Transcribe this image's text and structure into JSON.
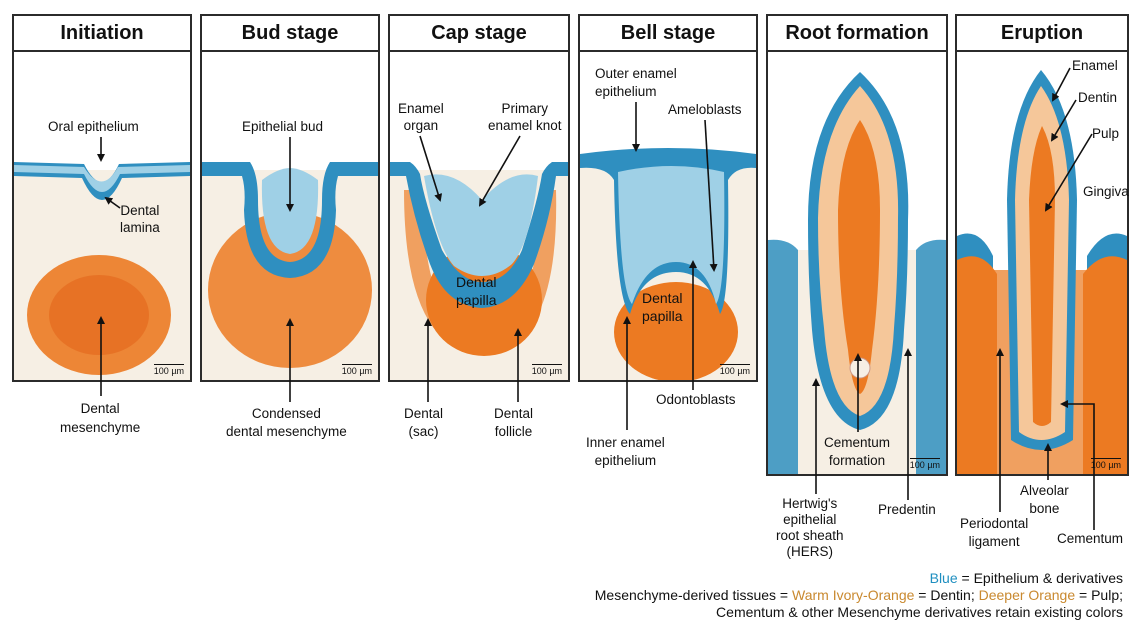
{
  "panels": [
    {
      "title": "Initiation",
      "scale": "100 µm"
    },
    {
      "title": "Bud stage",
      "scale": "100 µm"
    },
    {
      "title": "Cap stage",
      "scale": "100 µm"
    },
    {
      "title": "Bell stage",
      "scale": "100 µm"
    },
    {
      "title": "Root formation",
      "scale": "100 µm"
    },
    {
      "title": "Eruption",
      "scale": "100 µm"
    }
  ],
  "labels": {
    "oral_epithelium": "Oral epithelium",
    "dental_lamina_1": "Dental",
    "dental_lamina_2": "lamina",
    "dental_mesenchyme_1": "Dental",
    "dental_mesenchyme_2": "mesenchyme",
    "epithelial_bud": "Epithelial bud",
    "condensed_1": "Condensed",
    "condensed_2": "dental mesenchyme",
    "enamel_organ_1": "Enamel",
    "enamel_organ_2": "organ",
    "primary_knot_1": "Primary",
    "primary_knot_2": "enamel knot",
    "dental_papilla_cap_1": "Dental",
    "dental_papilla_cap_2": "papilla",
    "dental_sac_1": "Dental",
    "dental_sac_2": "(sac)",
    "dental_follicle_1": "Dental",
    "dental_follicle_2": "follicle",
    "outer_enamel_1": "Outer enamel",
    "outer_enamel_2": "epithelium",
    "ameloblasts": "Ameloblasts",
    "dental_papilla_bell_1": "Dental",
    "dental_papilla_bell_2": "papilla",
    "odontoblasts": "Odontoblasts",
    "inner_enamel_1": "Inner enamel",
    "inner_enamel_2": "epithelium",
    "cementum_formation_1": "Cementum",
    "cementum_formation_2": "formation",
    "hers_1": "Hertwig's",
    "hers_2": "epithelial",
    "hers_3": "root sheath",
    "hers_4": "(HERS)",
    "predentin": "Predentin",
    "enamel": "Enamel",
    "dentin": "Dentin",
    "pulp": "Pulp",
    "gingiva": "Gingiva",
    "alveolar_1": "Alveolar",
    "alveolar_2": "bone",
    "periodontal_1": "Periodontal",
    "periodontal_2": "ligament",
    "cementum": "Cementum"
  },
  "legend": {
    "line1_color_word": "Blue",
    "line1_rest": " = Epithelium & derivatives",
    "line2_prefix": "Mesenchyme-derived tissues = ",
    "line2_ivory": "Warm Ivory-Orange",
    "line2_mid": " = Dentin; ",
    "line2_deep": "Deeper Orange",
    "line2_end": " = Pulp;",
    "line3": "Cementum & other Mesenchyme derivatives retain existing colors"
  },
  "colors": {
    "epithelium_blue": "#2f8fc0",
    "epithelium_light": "#9fd0e6",
    "mesenchyme_ivory": "#f6efe4",
    "deep_orange": "#ec7a22",
    "ivory_orange": "#f5c79a",
    "legend_blue": "#1f8fc0",
    "legend_orange": "#c9892f"
  }
}
